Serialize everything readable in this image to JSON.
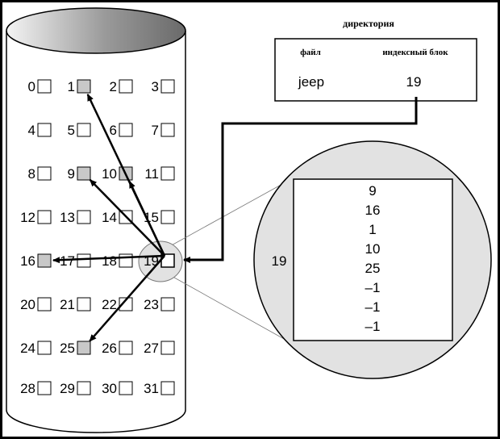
{
  "directory": {
    "title": "директория",
    "col_file": "файл",
    "col_index": "индексный блок",
    "file_name": "jeep",
    "index_block": "19"
  },
  "disk": {
    "blocks": [
      "0",
      "1",
      "2",
      "3",
      "4",
      "5",
      "6",
      "7",
      "8",
      "9",
      "10",
      "11",
      "12",
      "13",
      "14",
      "15",
      "16",
      "17",
      "18",
      "19",
      "20",
      "21",
      "22",
      "23",
      "24",
      "25",
      "26",
      "27",
      "28",
      "29",
      "30",
      "31"
    ],
    "used_blocks": [
      1,
      9,
      10,
      16,
      25
    ],
    "index_block_number": 19
  },
  "index_block_view": {
    "label": "19",
    "entries": [
      "9",
      "16",
      "1",
      "10",
      "25",
      "–1",
      "–1",
      "–1"
    ]
  },
  "colors": {
    "used_fill": "#c8c8c8",
    "zoom_fill": "#e2e2e2",
    "frame": "#000000"
  }
}
